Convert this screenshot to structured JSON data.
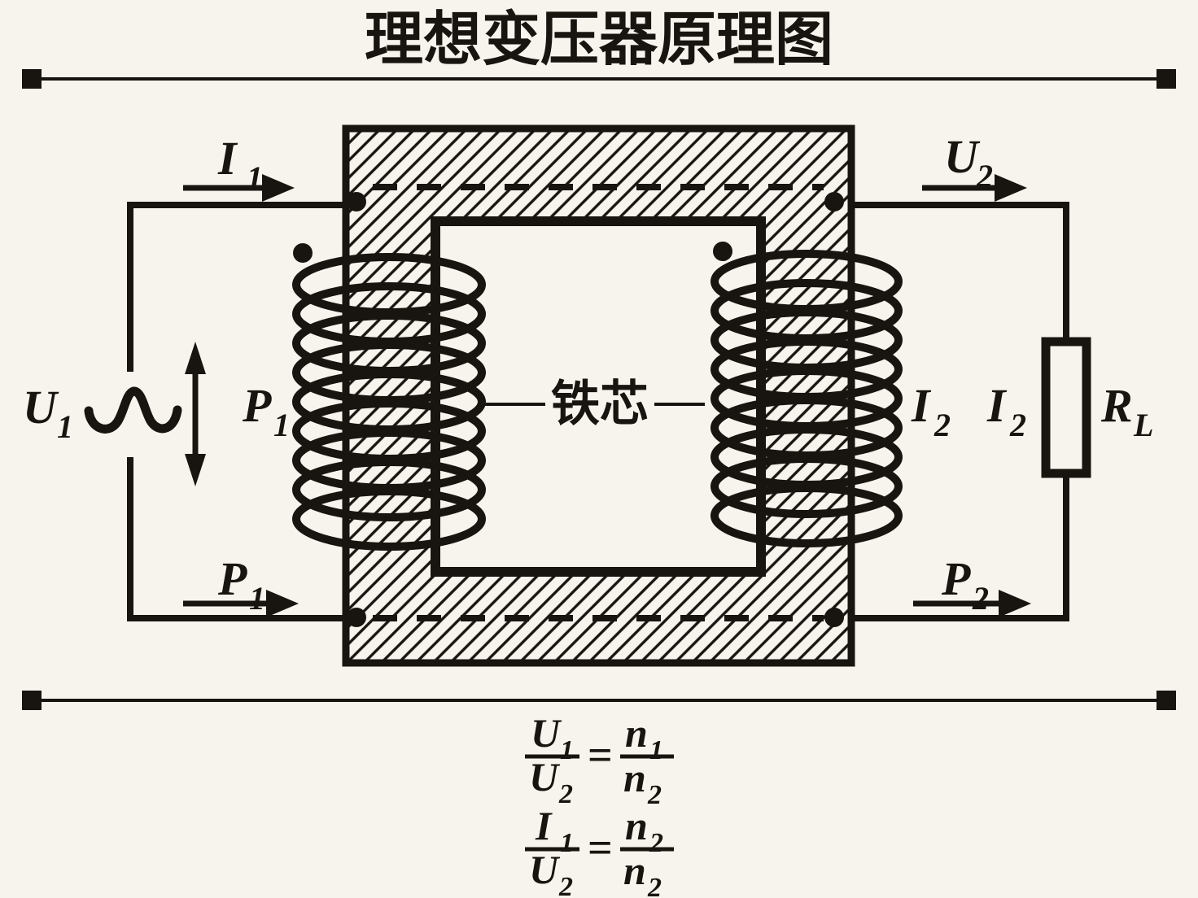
{
  "colors": {
    "ink": "#18140f",
    "paper": "#f7f4ee"
  },
  "title": "理想变压器原理图",
  "core": {
    "label": "铁芯"
  },
  "icons": {
    "ac_source": "ac-sine-wave-icon",
    "voltage_range": "double-headed-arrow-icon",
    "flux_path": "dashed-flux-line",
    "polarity": "polarity-dot"
  },
  "labels": {
    "i1": {
      "main": "I",
      "sub": "1"
    },
    "u1": {
      "main": "U",
      "sub": "1"
    },
    "p1_coil": {
      "main": "P",
      "sub": "1"
    },
    "p1_wire": {
      "main": "P",
      "sub": "1"
    },
    "u2": {
      "main": "U",
      "sub": "2"
    },
    "i2_coil": {
      "main": "I",
      "sub": "2"
    },
    "i2_wire": {
      "main": "I",
      "sub": "2"
    },
    "p2": {
      "main": "P",
      "sub": "2"
    },
    "rl": {
      "main": "R",
      "sub": "L"
    }
  },
  "formulas": {
    "f1": {
      "lhs_num": {
        "main": "U",
        "sub": "1"
      },
      "lhs_den": {
        "main": "U",
        "sub": "2"
      },
      "equals": "=",
      "rhs_num": {
        "main": "n",
        "sub": "1"
      },
      "rhs_den": {
        "main": "n",
        "sub": "2"
      }
    },
    "f2": {
      "lhs_num": {
        "main": "I",
        "sub": "1"
      },
      "lhs_den": {
        "main": "U",
        "sub": "2"
      },
      "equals": "=",
      "rhs_num": {
        "main": "n",
        "sub": "2"
      },
      "rhs_den": {
        "main": "n",
        "sub": "2"
      }
    }
  }
}
